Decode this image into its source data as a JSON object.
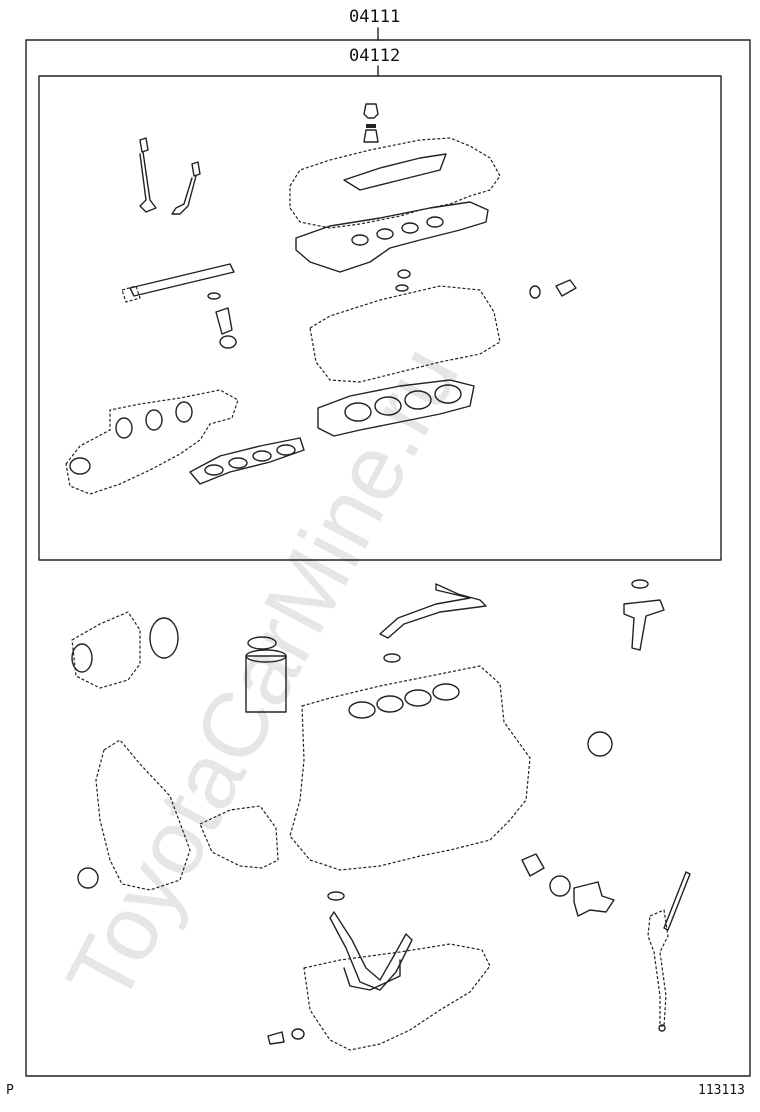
{
  "diagram": {
    "outer_kit_code": "04111",
    "inner_kit_code": "04112",
    "watermark": "ToyotaCarMine.ru",
    "page_marker": "P",
    "figure_number": "113113"
  }
}
